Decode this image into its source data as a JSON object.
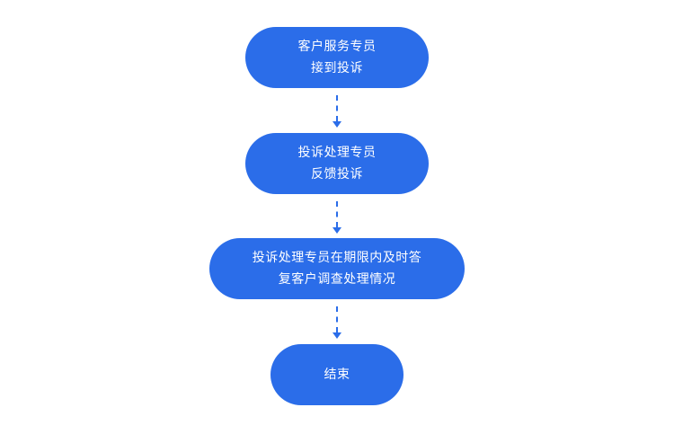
{
  "flowchart": {
    "accent_color": "#2b6de9",
    "text_color": "#ffffff",
    "background_color": "#ffffff",
    "nodes": [
      {
        "id": "receive-complaint",
        "lines": [
          "客户服务专员",
          "接到投诉"
        ]
      },
      {
        "id": "feedback-complaint",
        "lines": [
          "投诉处理专员",
          "反馈投诉"
        ]
      },
      {
        "id": "reply-within-deadline",
        "lines": [
          "投诉处理专员在期限内及时答",
          "复客户调查处理情况"
        ]
      },
      {
        "id": "end",
        "lines": [
          "结束"
        ]
      }
    ],
    "connectors": [
      {
        "from": "receive-complaint",
        "to": "feedback-complaint",
        "style": "dashed-arrow-down"
      },
      {
        "from": "feedback-complaint",
        "to": "reply-within-deadline",
        "style": "dashed-arrow-down"
      },
      {
        "from": "reply-within-deadline",
        "to": "end",
        "style": "dashed-arrow-down"
      }
    ]
  }
}
